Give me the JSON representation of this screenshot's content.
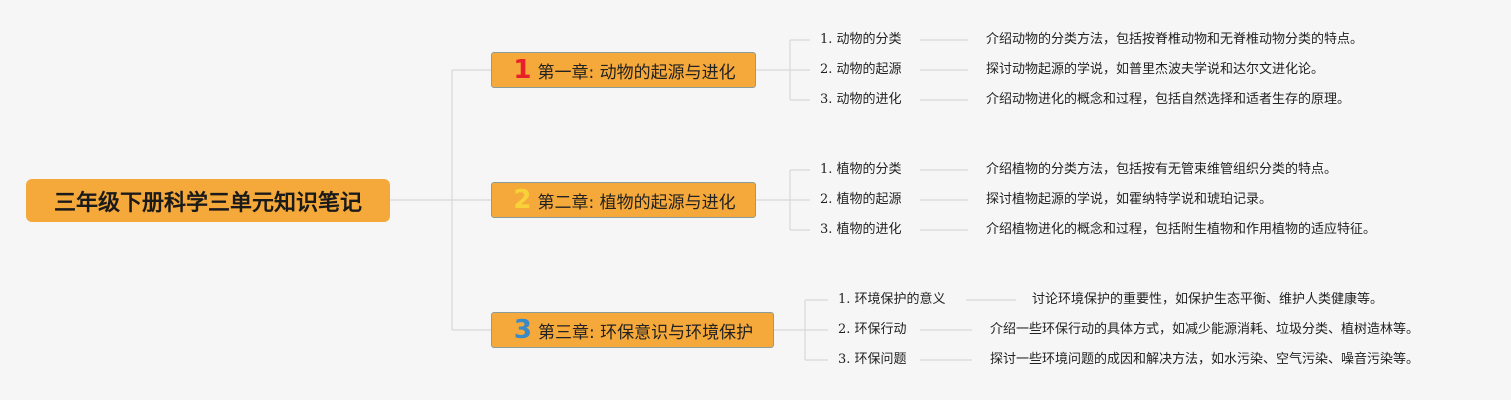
{
  "root": {
    "title": "三年级下册科学三单元知识笔记"
  },
  "chapters": [
    {
      "number": "1",
      "title": "第一章: 动物的起源与进化",
      "items": [
        {
          "label": "1. 动物的分类",
          "desc": "介绍动物的分类方法，包括按脊椎动物和无脊椎动物分类的特点。"
        },
        {
          "label": "2. 动物的起源",
          "desc": "探讨动物起源的学说，如普里杰波夫学说和达尔文进化论。"
        },
        {
          "label": "3. 动物的进化",
          "desc": "介绍动物进化的概念和过程，包括自然选择和适者生存的原理。"
        }
      ]
    },
    {
      "number": "2",
      "title": "第二章: 植物的起源与进化",
      "items": [
        {
          "label": "1. 植物的分类",
          "desc": "介绍植物的分类方法，包括按有无管束维管组织分类的特点。"
        },
        {
          "label": "2. 植物的起源",
          "desc": "探讨植物起源的学说，如霍纳特学说和琥珀记录。"
        },
        {
          "label": "3. 植物的进化",
          "desc": "介绍植物进化的概念和过程，包括附生植物和作用植物的适应特征。"
        }
      ]
    },
    {
      "number": "3",
      "title": "第三章: 环保意识与环境保护",
      "items": [
        {
          "label": "1. 环境保护的意义",
          "desc": "讨论环境保护的重要性，如保护生态平衡、维护人类健康等。"
        },
        {
          "label": "2. 环保行动",
          "desc": "介绍一些环保行动的具体方式，如减少能源消耗、垃圾分类、植树造林等。"
        },
        {
          "label": "3. 环保问题",
          "desc": "探讨一些环境问题的成因和解决方法，如水污染、空气污染、噪音污染等。"
        }
      ]
    }
  ],
  "colors": {
    "node_fill": "#f5a93a",
    "connector": "#d8d8d8",
    "number_1": "#e8202a",
    "number_2": "#f9d23a",
    "number_3": "#3a8ac8"
  }
}
